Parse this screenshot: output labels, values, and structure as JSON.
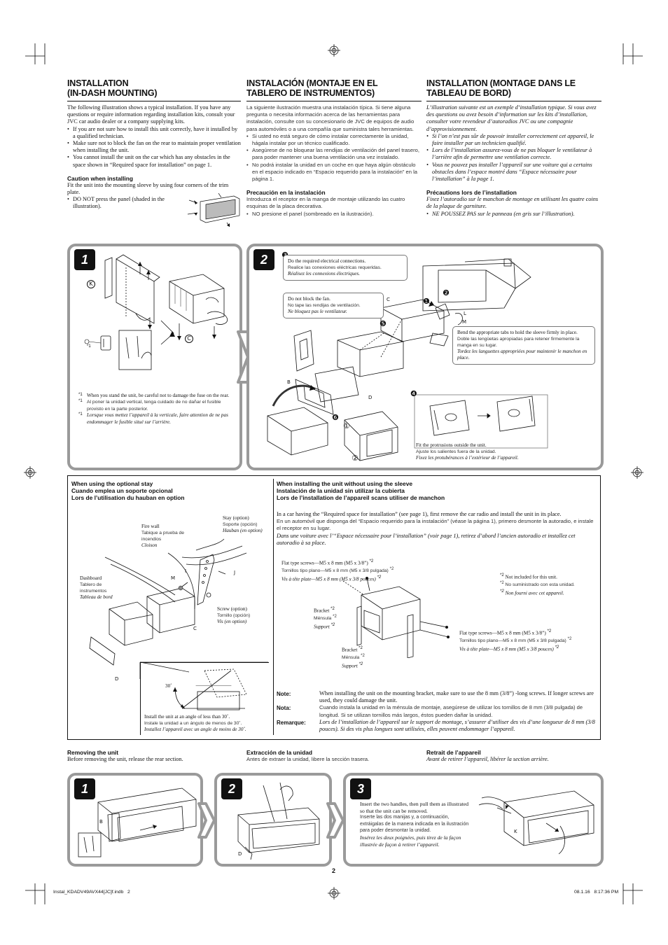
{
  "columns": {
    "en": {
      "title": "INSTALLATION\n(IN-DASH MOUNTING)",
      "intro": "The following illustration shows a typical installation. If you have any questions or require information regarding installation kits, consult your JVC car audio dealer or a company supplying kits.",
      "bullets": [
        "If you are not sure how to install this unit correctly, have it installed by a qualified technician.",
        "Make sure not to block the fan on the rear to maintain proper ventilation when installing the unit.",
        "You cannot install the unit on the car which has any obstacles in the space shown in “Required space for installation” on page 1."
      ],
      "caution_title": "Caution when installing",
      "caution_text": "Fit the unit into the mounting sleeve by using four corners of the trim plate.",
      "caution_bullet": "DO NOT press the panel (shaded in the illustration)."
    },
    "es": {
      "title": "INSTALACIÓN (MONTAJE EN EL TABLERO DE INSTRUMENTOS)",
      "intro": "La siguiente ilustración muestra una instalación típica. Si tiene alguna pregunta o necesita información acerca de las herramientas para instalación, consulte con su concesionario de JVC de equipos de audio para automóviles o a una compañía que suministra tales herramientas.",
      "bullets": [
        "Si usted no está seguro de cómo instalar correctamente la unidad, hágala instalar por un técnico cualificado.",
        "Asegúrese de no bloquear las rendijas de ventilación del panel trasero, para poder mantener una buena ventilación una vez instalado.",
        "No podrá instalar la unidad en un coche en que haya algún obstáculo en el espacio indicado en “Espacio requerido para la instalación” en la página 1."
      ],
      "caution_title": "Precaución en la instalación",
      "caution_text": "Introduzca el receptor en la manga de montaje utilizando las cuatro esquinas de la placa decorativa.",
      "caution_bullet": "NO presione el panel (sombreado en la ilustración)."
    },
    "fr": {
      "title": "INSTALLATION (MONTAGE DANS LE TABLEAU DE BORD)",
      "intro": "L’illustration suivante est un exemple d’installation typique. Si vous avez des questions ou avez besoin d’information sur les kits d’installation, consulter votre revendeur d’autoradios JVC ou une compagnie d’approvisionnement.",
      "bullets": [
        "Si l’on n’est pas sûr de pouvoir installer correctement cet appareil, le faire installer par un technicien qualifié.",
        "Lors de l’installation assurez-vous de ne pas bloquer le ventilateur à l’arrière afin de permettre une ventilation correcte.",
        "Vous ne pouvez pas installer l’appareil sur une voiture qui a certains obstacles dans l’espace montré dans “Espace nécessaire pour l’installation” à la page 1."
      ],
      "caution_title": "Précautions lors de l’installation",
      "caution_text": "Fixez l’autoradio sur le manchon de montage en utilisant les quatre coins de la plaque de garniture.",
      "caution_bullet": "NE POUSSEZ PAS sur le panneau (en gris sur l’illustration)."
    }
  },
  "step1": {
    "num": "1",
    "markers": [
      "K",
      "C"
    ],
    "star": "*1",
    "notes": {
      "mark": "*1",
      "en": "When you stand the unit, be careful not to damage the fuse on the rear.",
      "es": "Al poner la unidad vertical, tenga cuidado de no dañar el fusible provisto en la parte posterior.",
      "fr": "Lorsque vous mettez l’appareil à la verticale, faire attention de ne pas endommager le fusible situé sur l’arrière."
    }
  },
  "step2": {
    "num": "2",
    "c3_num": "❸",
    "c3": {
      "en": "Do the required electrical connections.",
      "es": "Realice las conexiones eléctricas requeridas.",
      "fr": "Réalisez les connexions électriques."
    },
    "fan": {
      "en": "Do not block the fan.",
      "es": "No tape las rendijas de ventilación.",
      "fr": "Ne bloquez pas le ventilateur."
    },
    "bend": {
      "en": "Bend the appropriate tabs to hold the sleeve firmly in place.",
      "es": "Doble las lengüetas apropiadas para retener firmemente la manga en su lugar.",
      "fr": "Tordez les languettes appropriées pour maintenir le manchon en place."
    },
    "c4_num": "❹",
    "fit": {
      "en": "Fit the protrusions outside the unit.",
      "es": "Ajuste los salientes fuera de la unidad.",
      "fr": "Fixez les protubérances à l’extérieur de l’appareil."
    },
    "c5_num": "❺",
    "c6_num": "❻",
    "c1_num": "❶",
    "c2_num": "❷",
    "markers": [
      "C",
      "L",
      "M",
      "B",
      "D"
    ],
    "sub1": "①",
    "sub2": "②"
  },
  "stay": {
    "h_en": "When using the optional stay",
    "h_es": "Cuando emplea un soporte opcional",
    "h_fr": "Lors de l’utilisation du hauban en option",
    "firewall": {
      "en": "Fire wall",
      "es": "Tabique a prueba de incendios",
      "fr": "Cloison"
    },
    "stay": {
      "en": "Stay (option)",
      "es": "Soporte (opción)",
      "fr": "Hauban (en option)"
    },
    "dashboard": {
      "en": "Dashboard",
      "es": "Tablero de instrumentos",
      "fr": "Tableau de bord"
    },
    "screw": {
      "en": "Screw (option)",
      "es": "Tornillo (opción)",
      "fr": "Vis (en option)"
    },
    "markers": [
      "M",
      "I",
      "J",
      "C",
      "D"
    ],
    "angle_label": "30˚",
    "angle": {
      "en": "Install the unit at an angle of less than 30˚.",
      "es": "Instale la unidad a un ángulo de menos de 30˚.",
      "fr": "Installez l’appareil avec un angle de moins de 30˚."
    }
  },
  "nosleeve": {
    "h_en": "When installing the unit without using the sleeve",
    "h_es": "Instalación de la unidad sin utilizar la cubierta",
    "h_fr": "Lors de l’installation de l’appareil scans utiliser de manchon",
    "p_en": "In a car having the “Required space for installation” (see page 1), first remove the car radio and install the unit in its place.",
    "p_es": "En un automóvil que disponga del “Espacio requerido para la instalación” (véase la página 1), primero desmonte la autoradio, e instale el receptor en su lugar.",
    "p_fr": "Dans une voiture avec l’“Espace nécessaire pour l’installation” (voir page 1), retirez d’abord l’ancien autoradio et installez cet autoradio à sa place.",
    "screws": {
      "en": "Flat type screws—M5 x 8 mm (M5 x 3/8”)",
      "es": "Tornillos tipo plano—M5 x 8 mm (M5 x 3/8 pulgada)",
      "fr": "Vis à tête plate—M5 x 8 mm (M5 x 3/8 pouces)"
    },
    "screws2": {
      "en": "Flat type screws—M5 x 8 mm (M5 x 3/8”)",
      "es": "Tornillos tipo plano—M5 x 8 mm (M5 x 3/8 pulgada)",
      "fr": "Vis à tête plate—M5 x 8 mm (M5 x 3/8 pouces)"
    },
    "bracket": {
      "en": "Bracket",
      "es": "Ménsula",
      "fr": "Support"
    },
    "star2": "*2",
    "notincl": {
      "en": "Not included for this unit.",
      "es": "No suministrado con esta unidad.",
      "fr": "Non fourni avec cet appareil."
    },
    "note_en_label": "Note:",
    "note_en": "When installing the unit on the mounting bracket, make sure to use the 8 mm (3/8”) -long screws. If longer screws are used, they could damage the unit.",
    "note_es_label": "Nota:",
    "note_es": "Cuando instala la unidad en la ménsula de montaje, asegúrese de utilizar los tornillos de 8 mm (3/8 pulgada) de longitud. Si se utilizan tornillos más largos, éstos pueden dañar la unidad.",
    "note_fr_label": "Remarque:",
    "note_fr": "Lors de l’installation de l’appareil sur le support de montage, s’assurer d’utiliser des vis d’une longueur de 8 mm (3/8 pouces). Si des vis plus longues sont utilisées, elles peuvent endommager l’appareil."
  },
  "removing": {
    "en_title": "Removing the unit",
    "en_text": "Before removing the unit, release the rear section.",
    "es_title": "Extracción de la unidad",
    "es_text": "Antes de extraer la unidad, libere la sección trasera.",
    "fr_title": "Retrait de l’appareil",
    "fr_text": "Avant de retirer l’appareil, libérer la section arrière.",
    "steps": [
      "1",
      "2",
      "3"
    ],
    "markers": [
      "B",
      "D",
      "K"
    ],
    "handles": {
      "en": "Insert the two handles, then pull them as illustrated so that the unit can be removed.",
      "es": "Inserte las dos manijas y, a continuación, extráigalas de la manera indicada en la ilustración para poder desmontar la unidad.",
      "fr": "Insérez les deux poignées, puis tirez de la façon illustrée de façon à retirer l’appareil."
    }
  },
  "footer": {
    "page": "2",
    "file": "Instal_KDADV49AVX44[JC]f.indb   2",
    "date": "08.1.16   8:17:36 PM"
  }
}
